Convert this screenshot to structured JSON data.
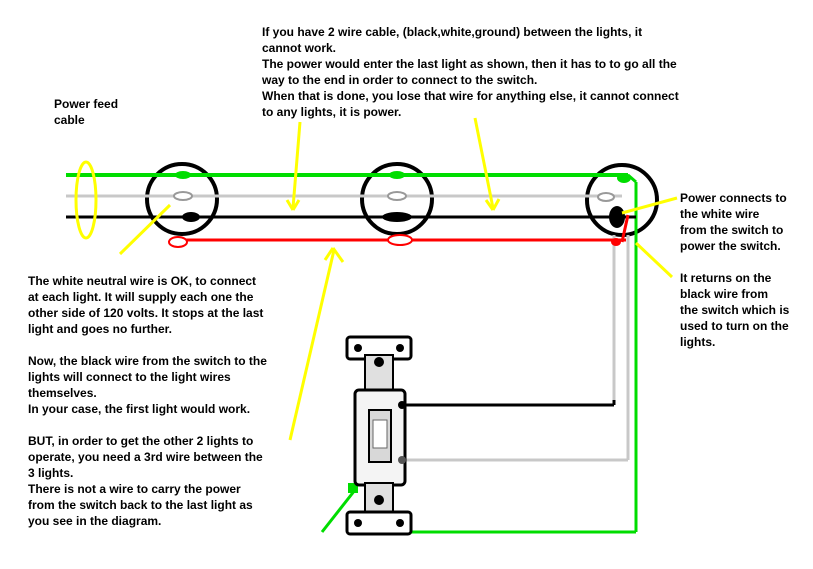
{
  "labels": {
    "power_feed": "Power feed\ncable",
    "top_note": [
      "If you have 2 wire cable, (black,white,ground) between the lights, it\ncannot work.",
      "The power would enter the last light as shown, then it has to to go all the\nway to the end in order to connect to the switch.",
      "When that is done, you lose that wire for anything else, it cannot connect\nto any lights, it is power."
    ],
    "power_connects": "Power connects to\nthe white wire\nfrom the switch to\npower the switch.",
    "returns": "It returns on the\nblack wire from\nthe switch which is\nused to turn on the\nlights.",
    "bottom_note": [
      "The white neutral wire is OK, to connect\nat each light. It will supply each one the\nother side of 120 volts. It stops at the last\nlight and goes no further.",
      "Now, the black wire from the switch to the\nlights will connect to the light wires\nthemselves.\nIn your case, the first light would work.",
      "BUT, in order to get the other 2 lights to\noperate, you need a 3rd wire between the\n3 lights.\nThere is not a wire to carry the power\nfrom the switch back to the last light as\nyou see in the diagram."
    ]
  },
  "colors": {
    "ground": "#00dd00",
    "neutral": "#c8c8c8",
    "hot": "#000000",
    "switched": "#ff0000",
    "annotation": "#ffff00"
  },
  "icons": {
    "light_fixture": "circle-junction-box",
    "switch": "single-pole-wall-switch"
  }
}
